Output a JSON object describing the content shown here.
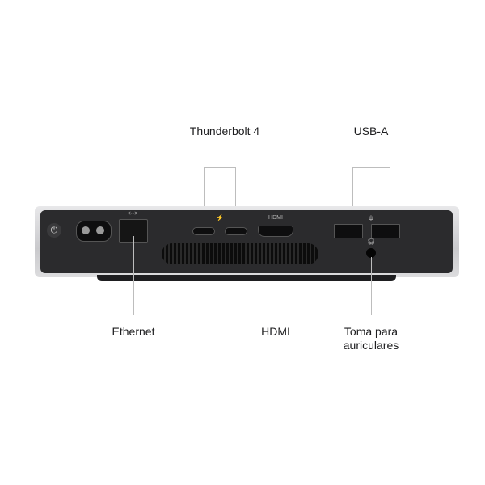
{
  "labels": {
    "thunderbolt": "Thunderbolt 4",
    "usb_a": "USB-A",
    "ethernet": "Ethernet",
    "hdmi": "HDMI",
    "headphone_line1": "Toma para",
    "headphone_line2": "auriculares"
  },
  "port_markings": {
    "hdmi": "HDMI",
    "ethernet_symbol": "<··>",
    "thunderbolt_symbol": "⚡",
    "usb_symbol": "ψ"
  }
}
